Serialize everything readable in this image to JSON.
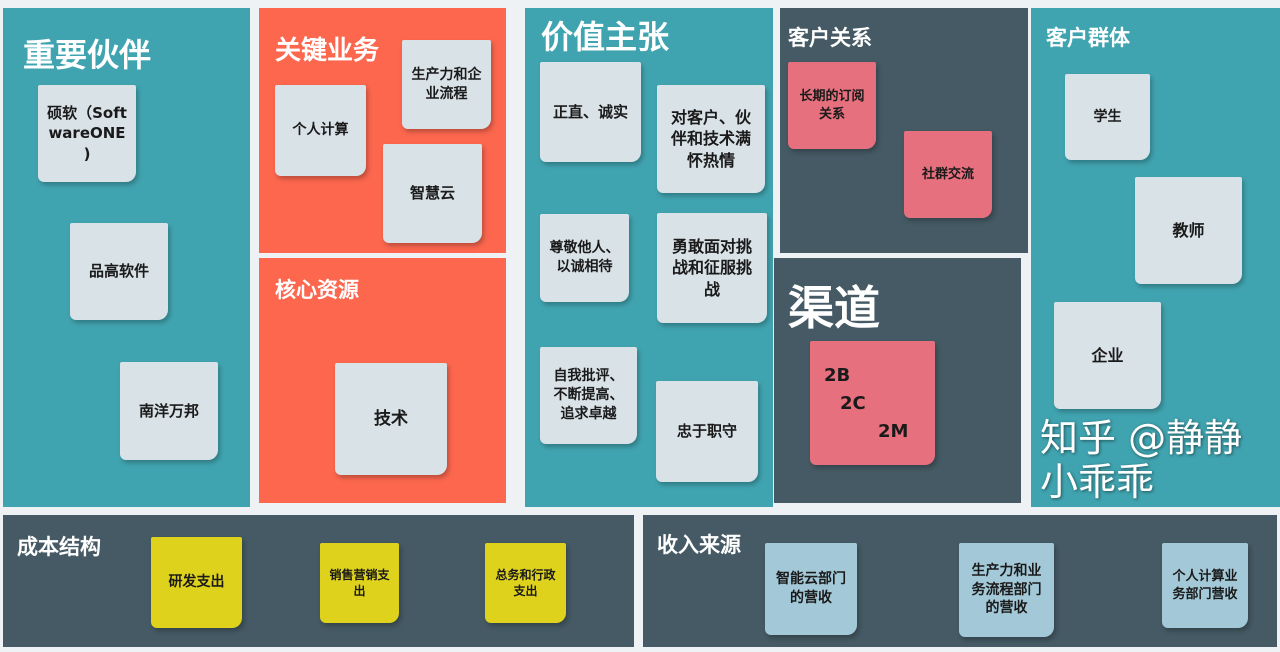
{
  "sections": {
    "key_partners": {
      "title": "重要伙伴",
      "notes": [
        "硕软（Soft wareONE\n)",
        "品高软件",
        "南洋万邦"
      ]
    },
    "key_activities": {
      "title": "关键业务",
      "notes": [
        "个人计算",
        "生产力和企\n业流程",
        "智慧云"
      ]
    },
    "key_resources": {
      "title": "核心资源",
      "notes": [
        "技术"
      ]
    },
    "value_propositions": {
      "title": "价值主张",
      "notes": [
        "正直、诚实",
        "对客户、伙\n伴和技术满\n怀热情",
        "尊敬他人、\n以诚相待",
        "勇敢面对挑\n战和征服挑\n战",
        "自我批评、\n不断提高、\n追求卓越",
        "忠于职守"
      ]
    },
    "customer_relationships": {
      "title": "客户关系",
      "notes": [
        "长期的订阅\n关系",
        "社群交流"
      ]
    },
    "channels": {
      "title": "渠道",
      "notes": [
        "2B",
        "2C",
        "2M"
      ]
    },
    "customer_segments": {
      "title": "客户群体",
      "notes": [
        "学生",
        "教师",
        "企业"
      ]
    },
    "cost_structure": {
      "title": "成本结构",
      "notes": [
        "研发支出",
        "销售营销支\n出",
        "总务和行政\n支出"
      ]
    },
    "revenue_streams": {
      "title": "收入来源",
      "notes": [
        "智能云部门\n的营收",
        "生产力和业\n务流程部门\n的营收",
        "个人计算业\n务部门营收"
      ]
    }
  },
  "watermark": "知乎 @静静小乖乖",
  "colors": {
    "teal": "#40a4b0",
    "orange": "#fc674e",
    "dark": "#455a64",
    "note": "#d9e2e7",
    "pink": "#e7707e",
    "yellow": "#dfd21c",
    "blue": "#a3c9d8"
  }
}
